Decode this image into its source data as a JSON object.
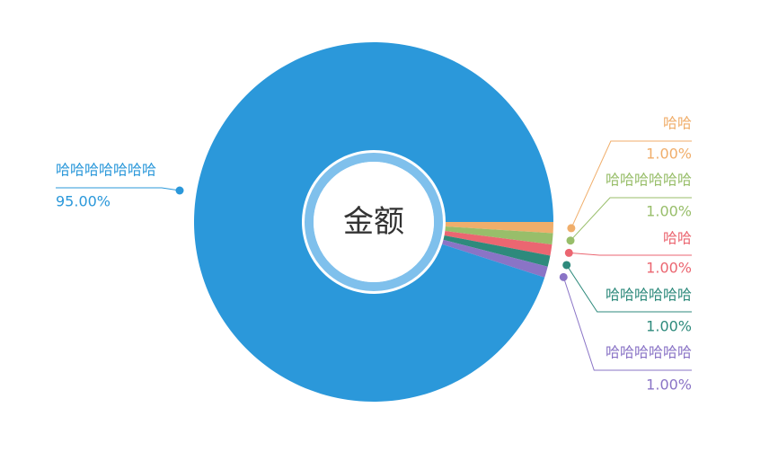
{
  "center_label": "金额",
  "chart_data": {
    "type": "pie",
    "donut": true,
    "slices": [
      {
        "label": "哈哈",
        "percent_label": "1.00%",
        "value": 1,
        "color": "#F0AE6B"
      },
      {
        "label": "哈哈哈哈哈哈",
        "percent_label": "1.00%",
        "value": 1,
        "color": "#98BE6A"
      },
      {
        "label": "哈哈",
        "percent_label": "1.00%",
        "value": 1,
        "color": "#EB6671"
      },
      {
        "label": "哈哈哈哈哈哈",
        "percent_label": "1.00%",
        "value": 1,
        "color": "#2E8A7C"
      },
      {
        "label": "哈哈哈哈哈哈",
        "percent_label": "1.00%",
        "value": 1,
        "color": "#8A74C6"
      },
      {
        "label": "哈哈哈哈哈哈哈",
        "percent_label": "95.00%",
        "value": 95,
        "color": "#2B98DA"
      }
    ],
    "start_angle_deg": 0,
    "inner_ring_color": "#7FC0EC"
  }
}
